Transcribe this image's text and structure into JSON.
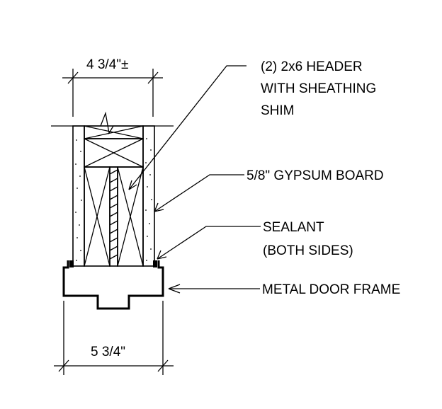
{
  "dimensions": {
    "top": "4 3/4\"±",
    "bottom": "5 3/4\""
  },
  "callouts": {
    "header": [
      "(2) 2x6 HEADER",
      "WITH SHEATHING",
      "SHIM"
    ],
    "gypsum": "5/8\" GYPSUM BOARD",
    "sealant": [
      "SEALANT",
      "(BOTH SIDES)"
    ],
    "frame": "METAL DOOR FRAME"
  },
  "colors": {
    "ink": "#000000",
    "background": "#ffffff"
  }
}
